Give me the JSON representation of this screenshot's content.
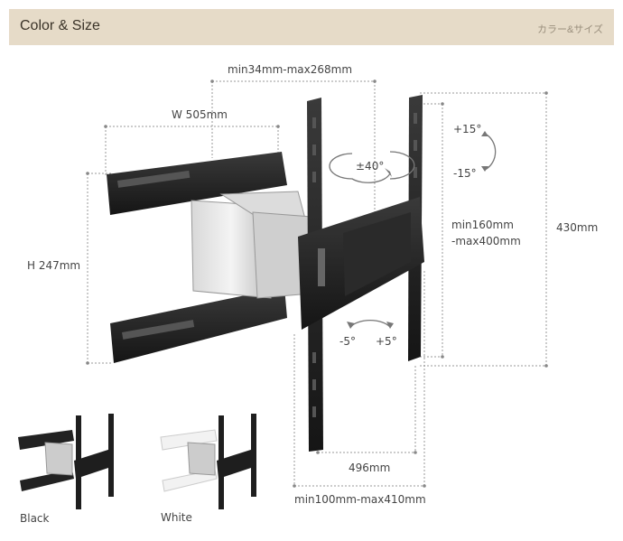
{
  "header": {
    "title": "Color & Size",
    "subtitle": "カラー&サイズ"
  },
  "dimensions": {
    "arm_extension": "min34mm-max268mm",
    "width": "W 505mm",
    "height": "H 247mm",
    "swivel": "±40°",
    "tilt_up": "+15°",
    "tilt_down": "-15°",
    "vertical_vesa": "min160mm\n-max400mm",
    "total_height": "430mm",
    "rotate_left": "-5°",
    "rotate_right": "+5°",
    "bracket_width": "496mm",
    "horizontal_vesa": "min100mm-max410mm"
  },
  "colors": {
    "options": [
      {
        "label": "Black",
        "color": "#1e1e1e"
      },
      {
        "label": "White",
        "color": "#f2f2f2"
      }
    ],
    "header_bg": "#e6dbc8"
  }
}
